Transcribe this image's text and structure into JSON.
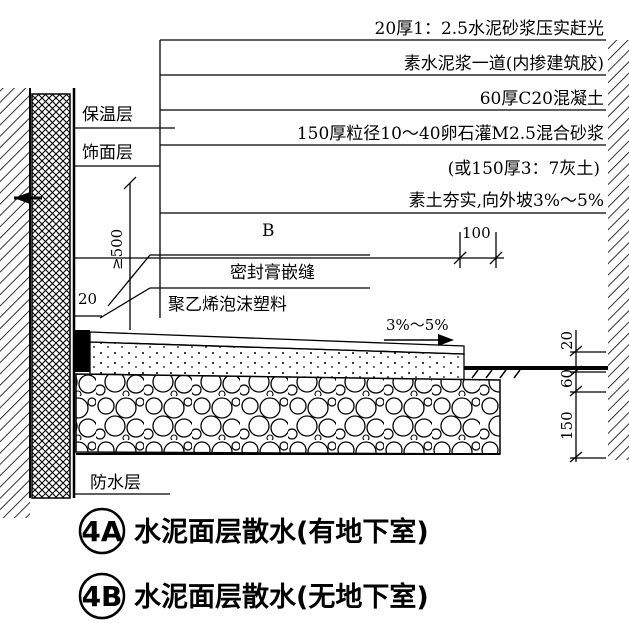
{
  "layers": {
    "l1": "20厚1：2.5水泥砂浆压实赶光",
    "l2": "素水泥浆一道(内掺建筑胶)",
    "l3": "60厚C20混凝土",
    "l4": "150厚粒径10～40卵石灌M2.5混合砂浆",
    "l5": "(或150厚3：7灰土)",
    "l6": "素土夯实,向外坡3%～5%"
  },
  "wall_labels": {
    "insulation": "保温层",
    "finish": "饰面层",
    "waterproof": "防水层"
  },
  "joint_labels": {
    "sealant": "密封膏嵌缝",
    "foam": "聚乙烯泡沫塑料"
  },
  "dimensions": {
    "width": "B",
    "edge": "100",
    "height_min": "≥500",
    "gap": "20",
    "slope": "3%～5%",
    "d20": "20",
    "d60": "60",
    "d150": "150"
  },
  "captions": {
    "a_id": "4A",
    "a_text": "水泥面层散水(有地下室)",
    "b_id": "4B",
    "b_text": "水泥面层散水(无地下室)"
  }
}
